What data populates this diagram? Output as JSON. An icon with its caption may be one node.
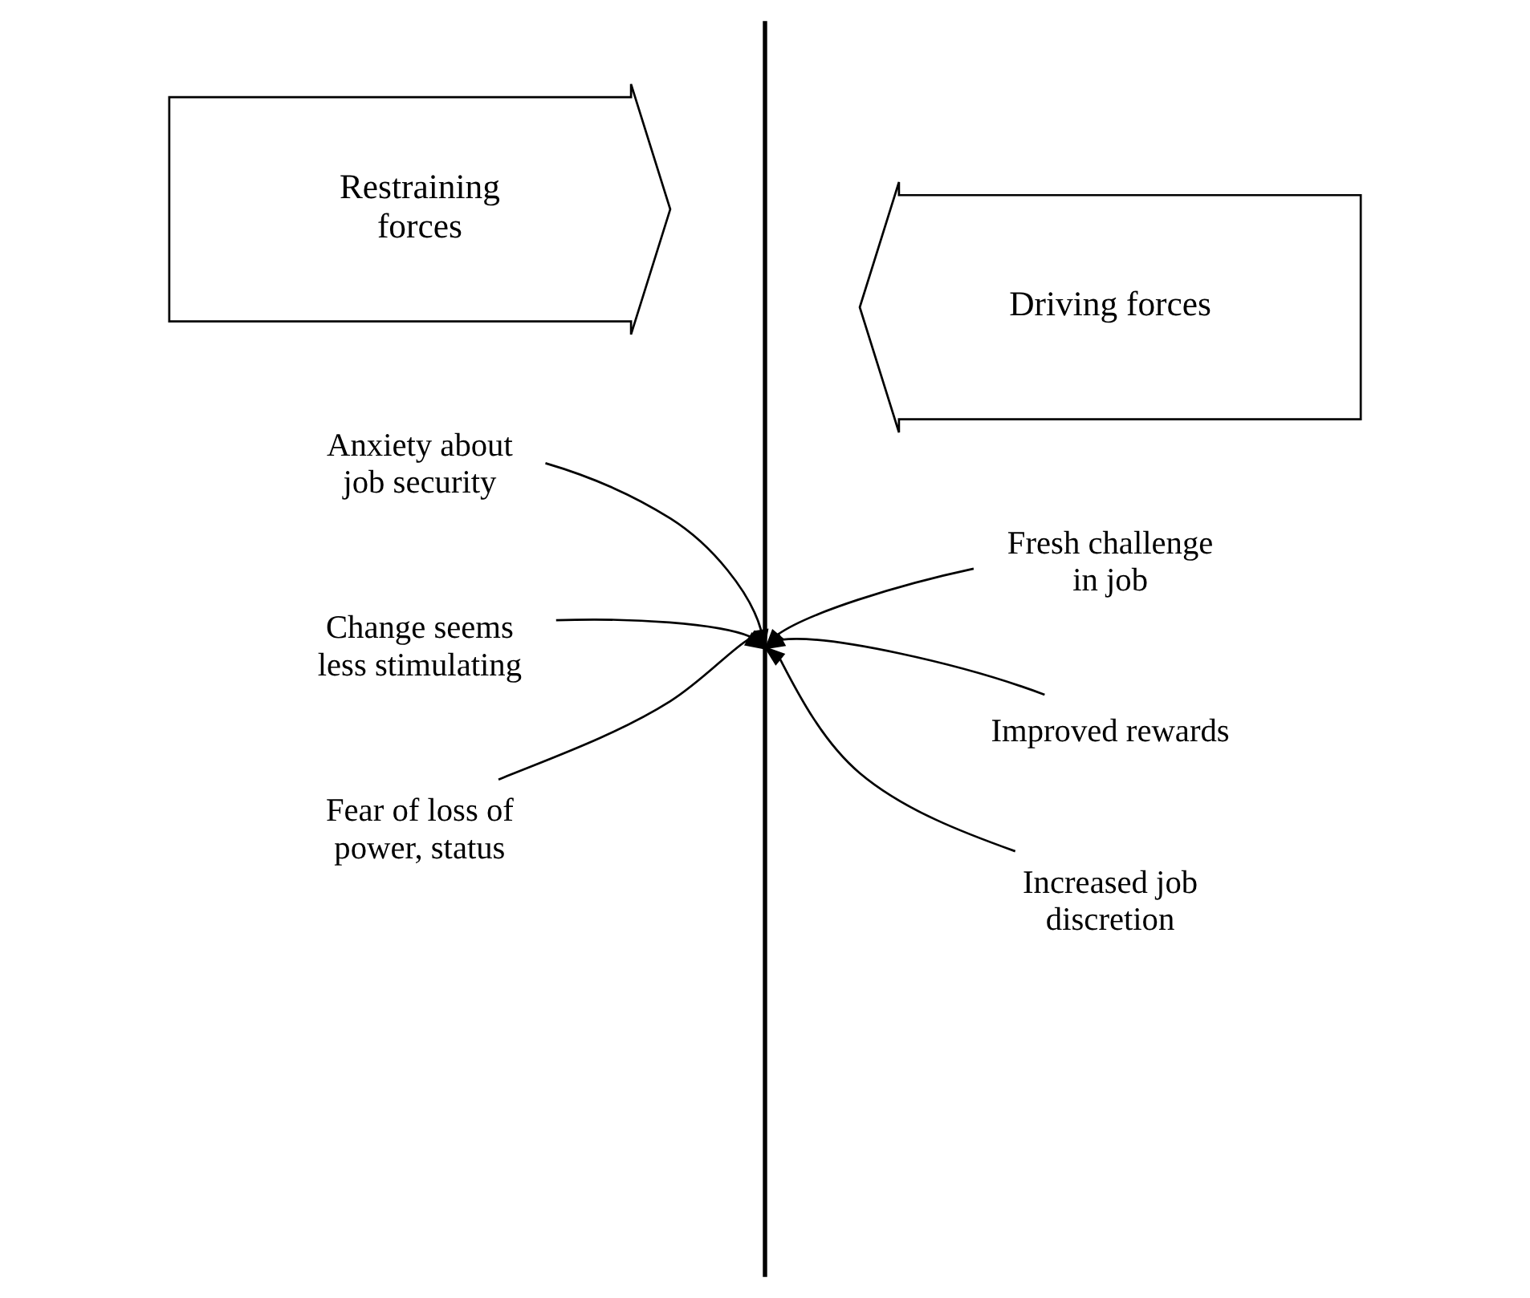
{
  "diagram": {
    "nodes": [
      {
        "text": [
          "Restraining forces"
        ]
      },
      {
        "text": [
          "Driving forces"
        ]
      },
      {
        "text": [],
        "shape": "bar"
      },
      {
        "text": [
          "Anxiety about job security"
        ]
      },
      {
        "text": [
          "Fresh challenge in job"
        ]
      },
      {
        "text": [
          "Change seems less stimulating"
        ]
      },
      {
        "text": [
          "Improved rewards"
        ]
      },
      {
        "text": [
          "Fear of loss of power, status"
        ]
      },
      {
        "text": [
          "Increased job discretion"
        ]
      }
    ],
    "edges": [
      {
        "from": 3,
        "to": 2,
        "arrow": "to"
      },
      {
        "from": 4,
        "to": 2,
        "arrow": "to"
      },
      {
        "from": 5,
        "to": 2,
        "arrow": "to"
      },
      {
        "from": 6,
        "to": 2,
        "arrow": "to"
      },
      {
        "from": 7,
        "to": 2,
        "arrow": "to"
      },
      {
        "from": 8,
        "to": 2,
        "arrow": "to"
      }
    ]
  }
}
